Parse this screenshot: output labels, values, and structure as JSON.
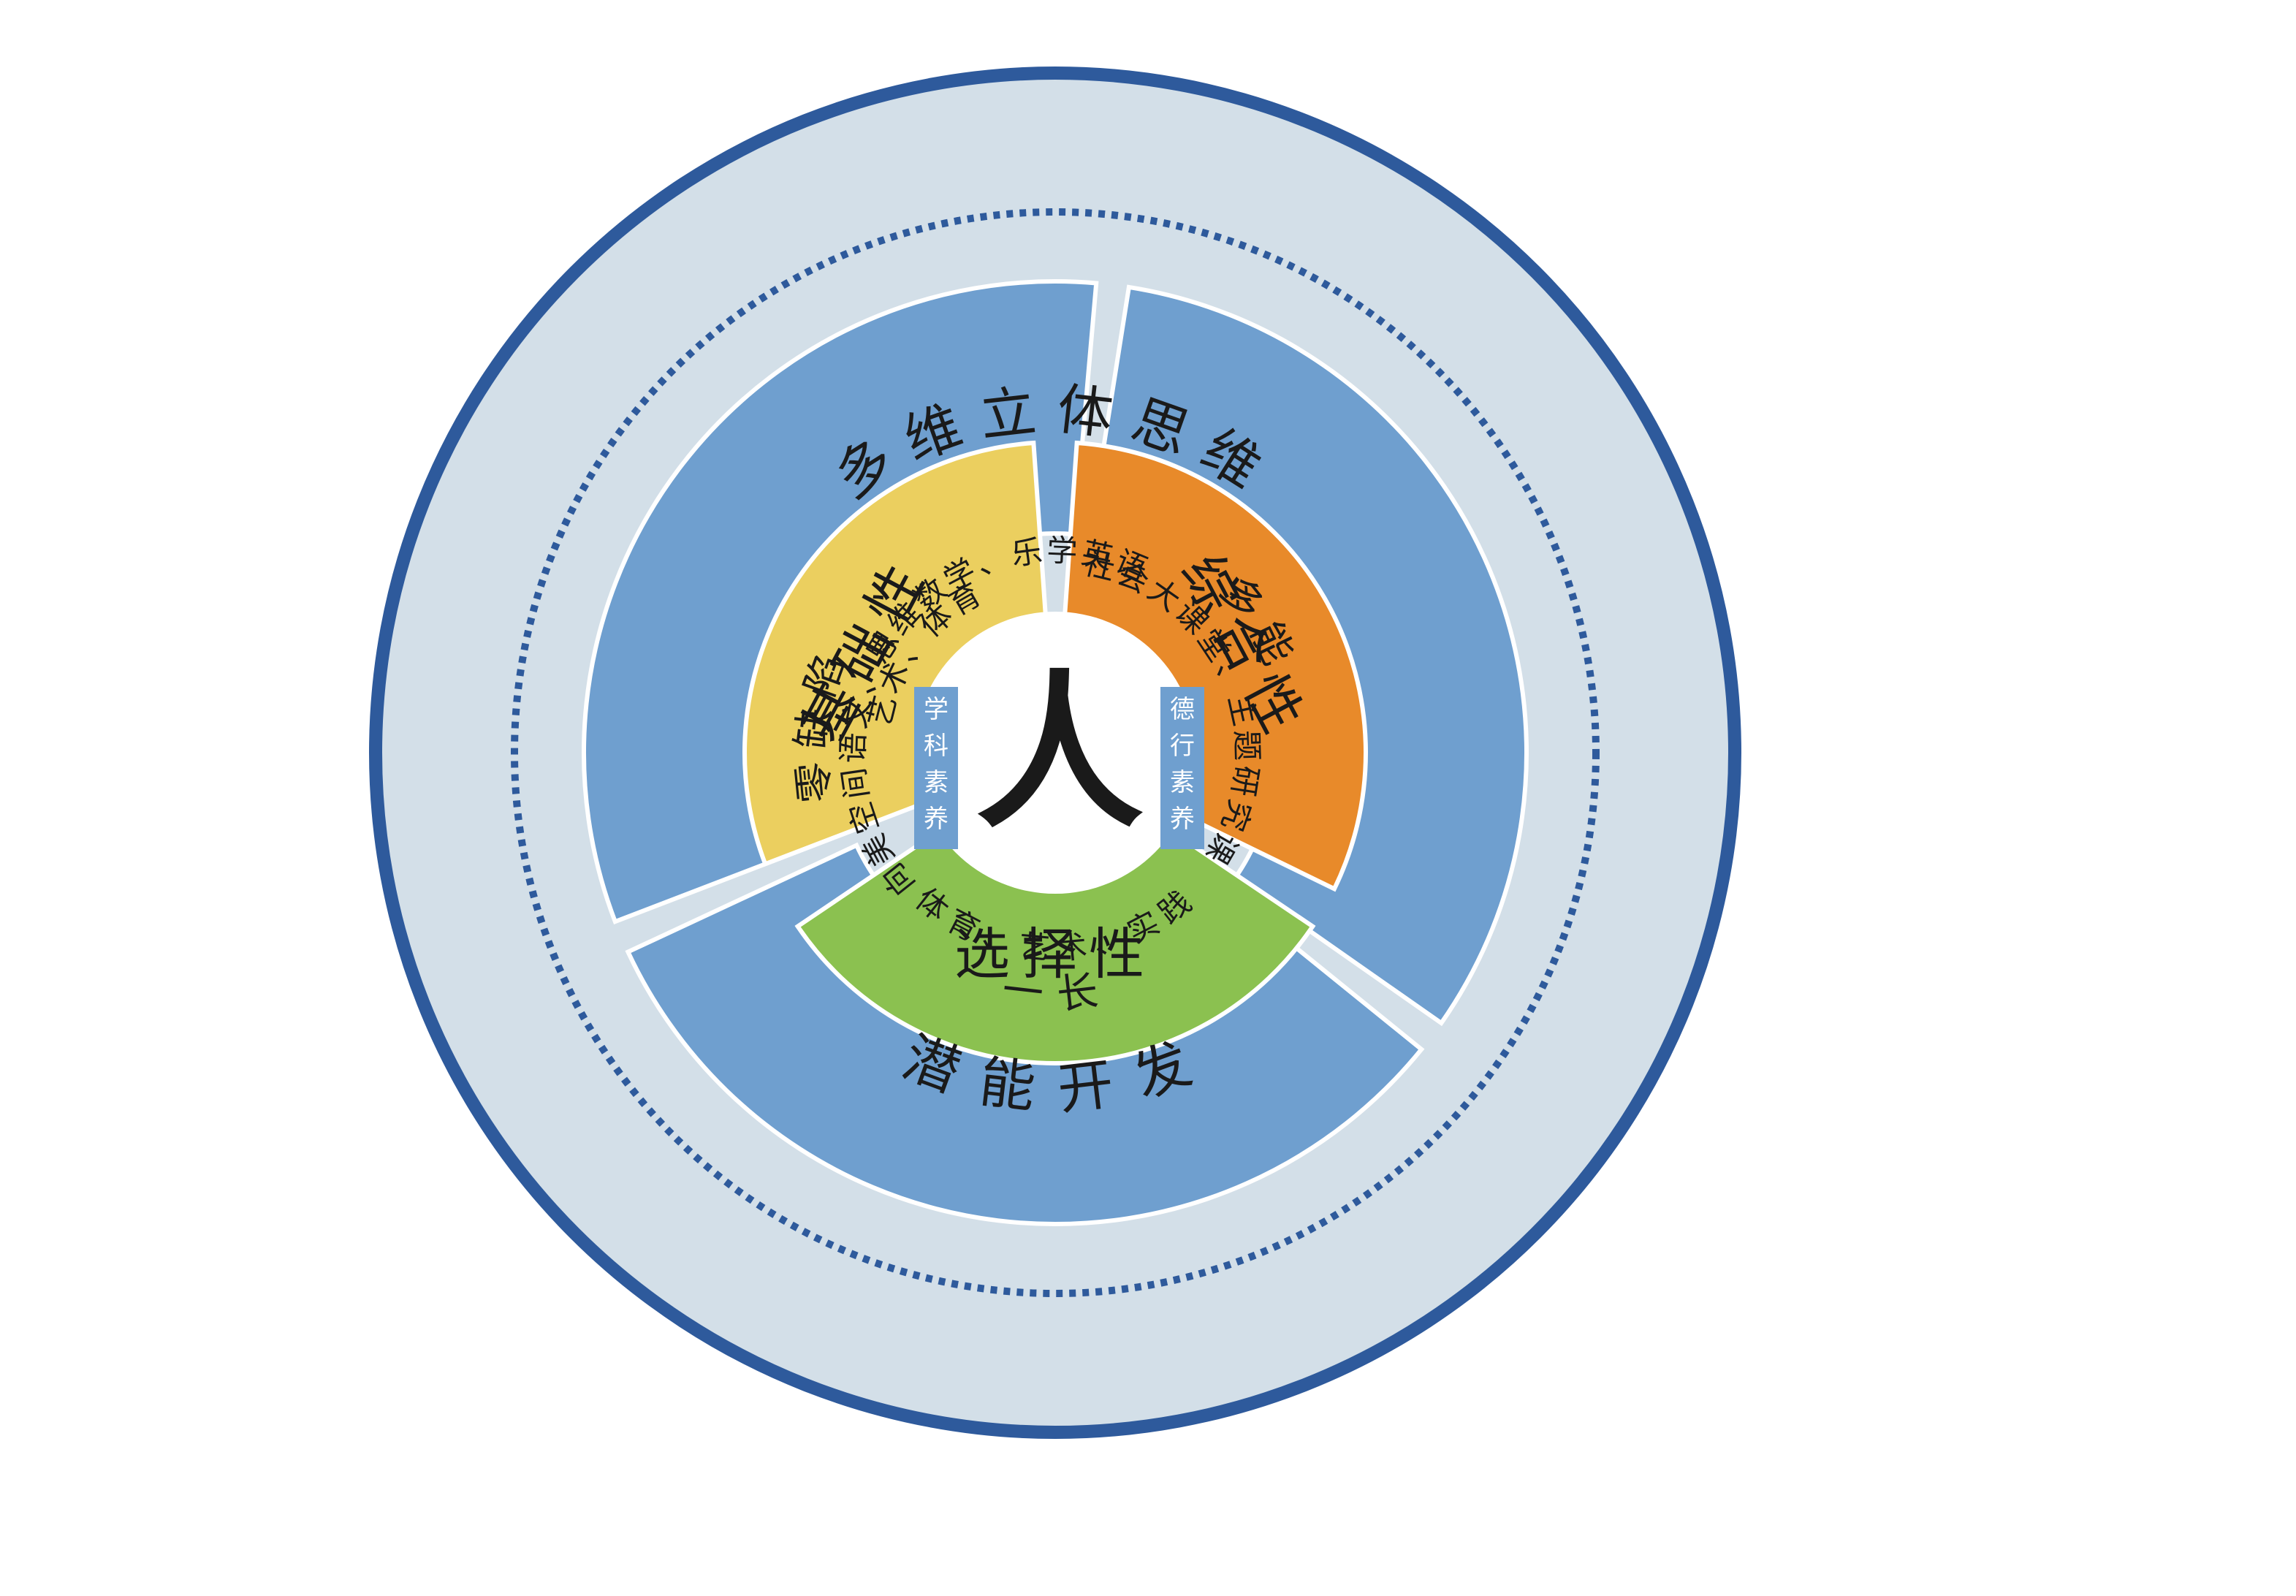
{
  "diagram": {
    "colors": {
      "outer_border": "#2e5a9c",
      "outer_fill": "#d3dfe8",
      "dotted_ring": "#2e5a9c",
      "middle_fill": "#6f9fcf",
      "yellow": "#ebcf5f",
      "orange": "#e88a2a",
      "green": "#8bc150",
      "tag_fill": "#6f9fcf",
      "center": "#ffffff"
    },
    "outer_ring": {
      "top": "多维立体思维",
      "bottom": "潜能开发"
    },
    "inner_ring": {
      "left": "零缺陷",
      "right": "多能",
      "bottom": "一长"
    },
    "segments": {
      "basic": {
        "title": "基础性",
        "line1": "向美空间语文、思维数学、乐学英语",
        "line2": "艺术、体育"
      },
      "comprehensive": {
        "title": "综合性",
        "line1": "社会大课堂、主题研究课"
      },
      "elective": {
        "title": "选择性",
        "line1": "体育、艺术、实践"
      }
    },
    "tags": {
      "left": [
        "学",
        "科",
        "素",
        "养"
      ],
      "right": [
        "德",
        "行",
        "素",
        "养"
      ]
    },
    "center": "人"
  }
}
